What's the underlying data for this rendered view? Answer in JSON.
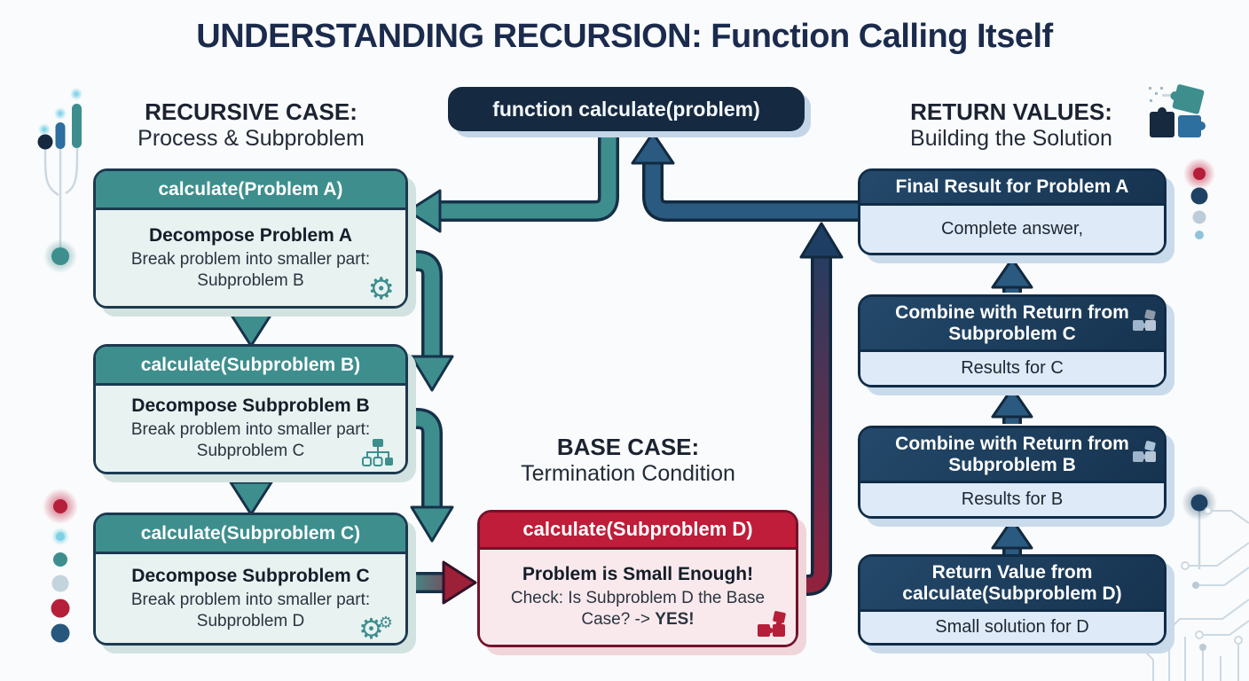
{
  "title": "UNDERSTANDING RECURSION: Function Calling Itself",
  "function_box": {
    "label": "function calculate(problem)"
  },
  "left_column": {
    "heading": "RECURSIVE CASE:",
    "subheading": "Process & Subproblem",
    "boxes": [
      {
        "header": "calculate(Problem A)",
        "body_title": "Decompose Problem A",
        "body_text": "Break problem into smaller part: Subproblem B",
        "icon": "gear-icon"
      },
      {
        "header": "calculate(Subproblem B)",
        "body_title": "Decompose Subproblem B",
        "body_text": "Break problem into smaller part: Subproblem C",
        "icon": "hierarchy-icon"
      },
      {
        "header": "calculate(Subproblem C)",
        "body_title": "Decompose Subproblem C",
        "body_text": "Break problem into smaller part: Subproblem D",
        "icon": "gears-icon"
      }
    ]
  },
  "base_case": {
    "heading": "BASE CASE:",
    "subheading": "Termination Condition",
    "box": {
      "header": "calculate(Subproblem D)",
      "body_title": "Problem is Small Enough!",
      "check_text": "Check: Is Subproblem D the Base Case? -> ",
      "check_answer": "YES!",
      "icon": "puzzle-icon"
    }
  },
  "right_column": {
    "heading": "RETURN VALUES:",
    "subheading": "Building the Solution",
    "boxes": [
      {
        "header": "Final Result for Problem A",
        "body": "Complete answer,",
        "icon": ""
      },
      {
        "header": "Combine with Return from Subproblem C",
        "body": "Results for C",
        "icon": "puzzle-icon"
      },
      {
        "header": "Combine with Return from Subproblem B",
        "body": "Results for B",
        "icon": "puzzle-icon"
      },
      {
        "header": "Return Value from calculate(Subproblem D)",
        "body": "Small solution for D",
        "icon": ""
      }
    ]
  },
  "colors": {
    "title_navy": "#1b2b4d",
    "teal": "#3e8e8e",
    "teal_body": "#e8f2f1",
    "navy_dark": "#152940",
    "navy_header": "#1d4263",
    "navy_body": "#dfeaf8",
    "crimson": "#bf1d39",
    "crimson_body": "#f9e9ec",
    "arrow_navy": "#2b5a80",
    "outline": "#16324a",
    "background": "#fafbfc"
  }
}
